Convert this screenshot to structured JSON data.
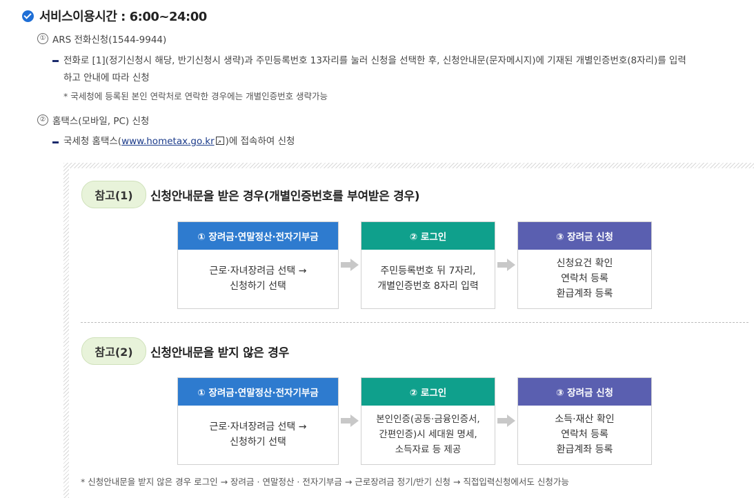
{
  "header": {
    "title": "서비스이용시간 : 6:00~24:00"
  },
  "methods": [
    {
      "num": "①",
      "label": "ARS 전화신청(1544-9944)",
      "line1": "전화로 [1](정기신청시 해당, 반기신청시 생략)과 주민등록번호 13자리를 눌러 신청을 선택한 후, 신청안내문(문자메시지)에 기재된 개별인증번호(8자리)를 입력",
      "line2": "하고 안내에 따라 신청",
      "note": "* 국세청에 등록된 본인 연락처로 연락한 경우에는 개별인증번호 생략가능"
    },
    {
      "num": "②",
      "label": "홈택스(모바일, PC) 신청",
      "line_prefix": "국세청 홈택스(",
      "link": "www.hometax.go.kr",
      "line_suffix": ")에 접속하여 신청"
    }
  ],
  "reference": [
    {
      "pill": "참고(1)",
      "title": "신청안내문을 받은 경우(개별인증번호를 부여받은 경우)",
      "steps": [
        {
          "head": "① 장려금·연말정산·전자기부금",
          "color": "#2e7bcf",
          "body": [
            "근로·자녀장려금 선택 →",
            "신청하기 선택"
          ]
        },
        {
          "head": "② 로그인",
          "color": "#0fa08c",
          "body": [
            "주민등록번호 뒤 7자리,",
            "개별인증번호 8자리 입력"
          ]
        },
        {
          "head": "③ 장려금 신청",
          "color": "#5a5fb0",
          "body": [
            "신청요건 확인",
            "연락처 등록",
            "환급계좌 등록"
          ]
        }
      ]
    },
    {
      "pill": "참고(2)",
      "title": "신청안내문을 받지 않은 경우",
      "steps": [
        {
          "head": "① 장려금·연말정산·전자기부금",
          "color": "#2e7bcf",
          "body": [
            "근로·자녀장려금 선택 →",
            "신청하기 선택"
          ]
        },
        {
          "head": "② 로그인",
          "color": "#0fa08c",
          "body": [
            "본인인증(공동·금융인증서,",
            "간편인증)시 세대원 명세,",
            "소득자료 등 제공"
          ]
        },
        {
          "head": "③ 장려금 신청",
          "color": "#5a5fb0",
          "body": [
            "소득·재산 확인",
            "연락처 등록",
            "환급계좌 등록"
          ]
        }
      ]
    }
  ],
  "footnote": "* 신청안내문을 받지 않은 경우 로그인 → 장려금 · 연말정산 · 전자기부금 → 근로장려금 정기/반기 신청 → 직접입력신청에서도 신청가능"
}
